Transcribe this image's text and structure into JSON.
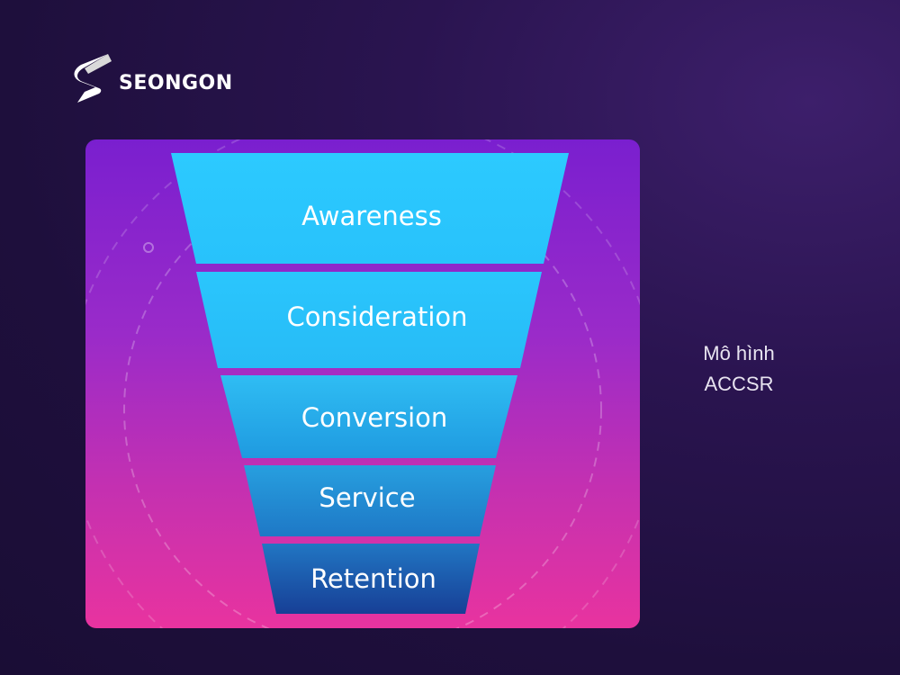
{
  "brand": {
    "name": "SEONGON"
  },
  "funnel": {
    "stages": [
      {
        "label": "Awareness"
      },
      {
        "label": "Consideration"
      },
      {
        "label": "Conversion"
      },
      {
        "label": "Service"
      },
      {
        "label": "Retention"
      }
    ]
  },
  "caption": {
    "line1": "Mô hình",
    "line2": "ACCSR"
  },
  "colors": {
    "background": "#1e0f3c",
    "card_top": "#7a1fcf",
    "card_bottom": "#e8339f",
    "stage_light": "#2ac8ff",
    "stage_dark": "#1a54a8"
  }
}
